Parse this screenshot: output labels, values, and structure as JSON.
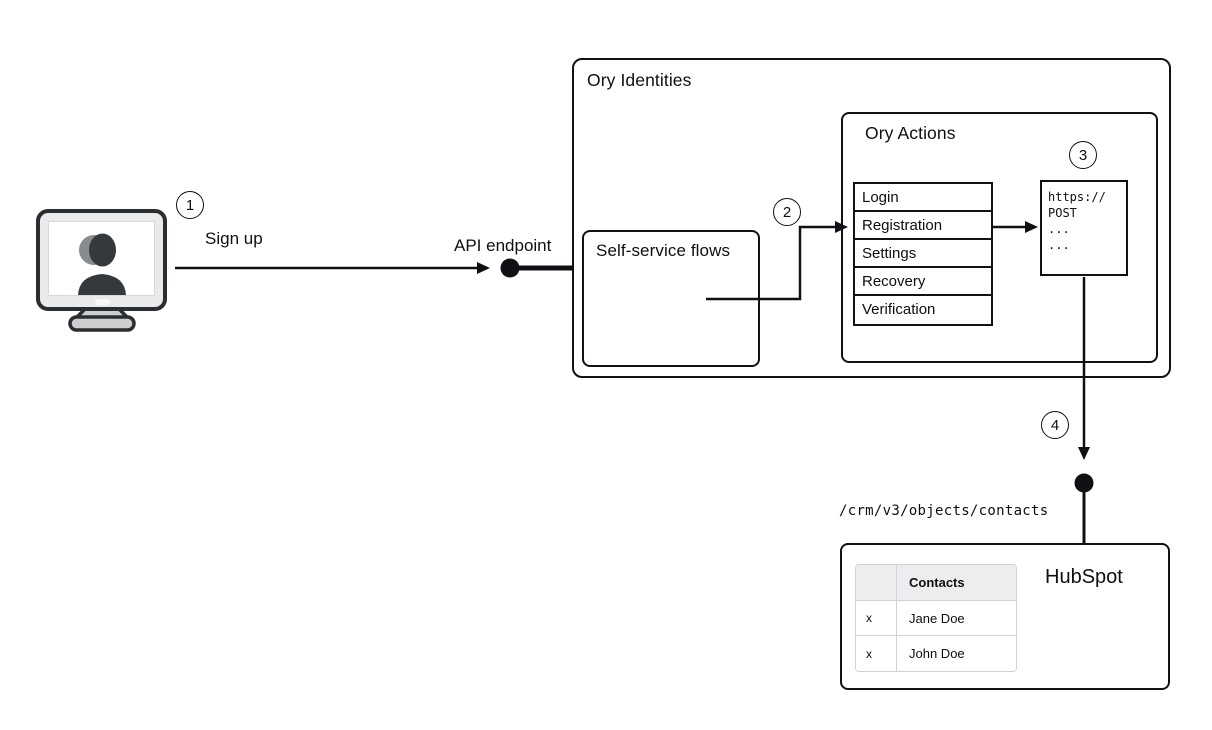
{
  "diagram": {
    "steps": {
      "one": "1",
      "two": "2",
      "three": "3",
      "four": "4"
    },
    "signup_label": "Sign up",
    "api_endpoint_label": "API endpoint",
    "ory_identities": {
      "title": "Ory Identities",
      "self_service_title": "Self-service flows",
      "ory_actions": {
        "title": "Ory Actions",
        "flows": [
          "Login",
          "Registration",
          "Settings",
          "Recovery",
          "Verification"
        ],
        "webhook_code": [
          "https://",
          "POST",
          "...",
          "..."
        ]
      }
    },
    "hubspot": {
      "endpoint": "/crm/v3/objects/contacts",
      "title": "HubSpot",
      "contacts_table": {
        "header": "Contacts",
        "rows": [
          {
            "action": "x",
            "name": "Jane Doe"
          },
          {
            "action": "x",
            "name": "John Doe"
          }
        ]
      }
    },
    "colors": {
      "line": "#101114",
      "table_header_bg": "#ededef",
      "table_border": "#d2d2d6"
    }
  }
}
